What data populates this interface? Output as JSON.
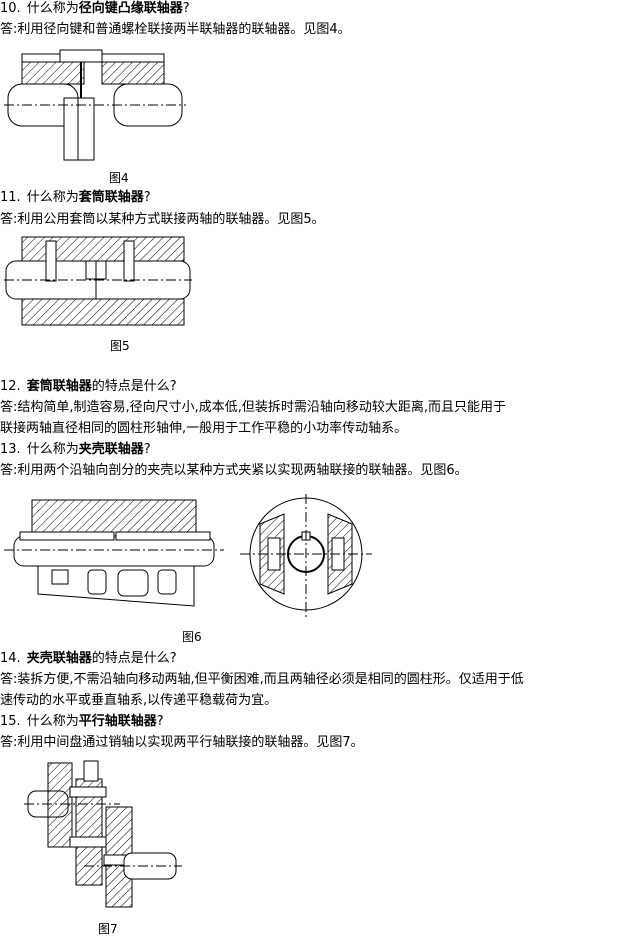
{
  "items": [
    {
      "q_num": "10.",
      "q_pre": "什么称为",
      "q_bold": "径向键凸缘联轴器",
      "q_post": "?",
      "answer": "答:利用径向键和普通螺栓联接两半联轴器的联轴器。见图4。",
      "figure": "图4"
    },
    {
      "q_num": "11.",
      "q_pre": "什么称为",
      "q_bold": "套筒联轴器",
      "q_post": "?",
      "answer": "答:利用公用套筒以某种方式联接两轴的联轴器。见图5。",
      "figure": "图5"
    },
    {
      "q_num": "12.",
      "q_pre": "",
      "q_bold": "套筒联轴器",
      "q_post": "的特点是什么?",
      "answer_lines": [
        "答:结构简单,制造容易,径向尺寸小,成本低,但装拆时需沿轴向移动较大距离,而且只能用于",
        "联接两轴直径相同的圆柱形轴伸,一般用于工作平稳的小功率传动轴系。"
      ]
    },
    {
      "q_num": "13.",
      "q_pre": "什么称为",
      "q_bold": "夹壳联轴器",
      "q_post": "?",
      "answer": "答:利用两个沿轴向剖分的夹壳以某种方式夹紧以实现两轴联接的联轴器。见图6。",
      "figure": "图6"
    },
    {
      "q_num": "14.",
      "q_pre": "",
      "q_bold": "夹壳联轴器",
      "q_post": "的特点是什么?",
      "answer_lines": [
        "答:装拆方便,不需沿轴向移动两轴,但平衡困难,而且两轴径必须是相同的圆柱形。仅适用于低",
        "速传动的水平或垂直轴系,以传递平稳载荷为宜。"
      ]
    },
    {
      "q_num": "15.",
      "q_pre": "什么称为",
      "q_bold": "平行轴联轴器",
      "q_post": "?",
      "answer": "答:利用中间盘通过销轴以实现两平行轴联接的联轴器。见图7。",
      "figure": "图7"
    }
  ]
}
